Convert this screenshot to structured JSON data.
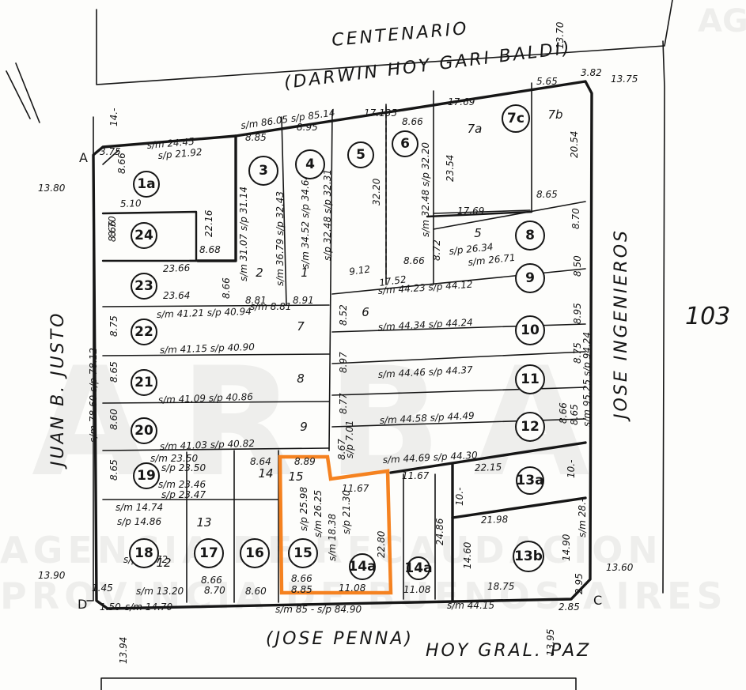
{
  "map": {
    "block_number": "103",
    "streets": {
      "north_a": "CENTENARIO",
      "north_b": "(DARWIN HOY GARI BALDI)",
      "west": "JUAN B. JUSTO",
      "east": "JOSE INGENIEROS",
      "south_a": "(JOSE PENNA)",
      "south_b": "HOY GRAL. PAZ"
    },
    "corners": [
      "A",
      "C",
      "D"
    ],
    "edges": {
      "north": "s/m 86.05 s/p 85.14",
      "south": "s/m 85 - s/p 84.90",
      "west": "s/m 78.60  s/p 78.12",
      "east": "s/m 95.25 s/p 94.24",
      "south_right": "s/m 44.15"
    },
    "ochave_labels": [
      "14.-",
      "13.80",
      "13.70",
      "13.75",
      "13.90",
      "13.94",
      "13.95",
      "13.60",
      "3.82",
      "3.75",
      "1.45",
      "1.50",
      "2.85",
      "2.95"
    ],
    "lots": [
      {
        "id": "1a",
        "label": "1a"
      },
      {
        "id": "24",
        "label": "24"
      },
      {
        "id": "23",
        "label": "23"
      },
      {
        "id": "22",
        "label": "22"
      },
      {
        "id": "21",
        "label": "21"
      },
      {
        "id": "20",
        "label": "20"
      },
      {
        "id": "19",
        "label": "19"
      },
      {
        "id": "18",
        "label": "18"
      },
      {
        "id": "17",
        "label": "17"
      },
      {
        "id": "16",
        "label": "16"
      },
      {
        "id": "15",
        "label": "15"
      },
      {
        "id": "14a",
        "label": "14a"
      },
      {
        "id": "14a-2",
        "label": "14a"
      },
      {
        "id": "13b",
        "label": "13b"
      },
      {
        "id": "13a",
        "label": "13a"
      },
      {
        "id": "12",
        "label": "12"
      },
      {
        "id": "11",
        "label": "11"
      },
      {
        "id": "10",
        "label": "10"
      },
      {
        "id": "9",
        "label": "9"
      },
      {
        "id": "8",
        "label": "8"
      },
      {
        "id": "7c",
        "label": "7c"
      },
      {
        "id": "6",
        "label": "6"
      },
      {
        "id": "5",
        "label": "5"
      },
      {
        "id": "4",
        "label": "4"
      },
      {
        "id": "3",
        "label": "3"
      }
    ],
    "plain_labels": [
      "7a",
      "7b",
      "1",
      "2",
      "7",
      "8",
      "9",
      "6",
      "15",
      "5",
      "14",
      "12",
      "13"
    ],
    "measurements": {
      "top_row": [
        "s/m 24.45",
        "s/p 21.92",
        "8.85",
        "8.95",
        "17.135",
        "8.66",
        "17.69",
        "5.65",
        "23.54",
        "20.54",
        "8.65",
        "17.69"
      ],
      "rows_right": [
        "s/m 44.23 s/p 44.12",
        "s/m 44.34 s/p 44.24",
        "s/m 44.46 s/p 44.37",
        "s/m 44.58 s/p 44.49",
        "s/m 44.69 s/p 44.30",
        "s/p 26.34",
        "s/m 26.71"
      ],
      "rows_left": [
        "s/m 41.21 s/p 40.94",
        "s/m 41.15 s/p 40.90",
        "s/m 41.09 s/p 40.86",
        "s/m 41.03 s/p 40.82",
        "s/m 23.50",
        "s/p 23.50",
        "s/m 23.46",
        "s/p 23.47",
        "s/m 14.74",
        "s/p 14.86",
        "s/p 14.72",
        "s/m 13.20"
      ],
      "bottom_row": [
        "8.66",
        "8.70",
        "8.60",
        "8.66",
        "8.85",
        "11.08",
        "11.08",
        "18.75",
        "s/m 14.70"
      ],
      "lot13": [
        "22.15",
        "21.98",
        "14.60",
        "14.90",
        "10.-",
        "s/m 28.-",
        "10.-",
        "24.86"
      ],
      "lot15": [
        "8.89",
        "11.67",
        "11.67",
        "s/p 25.98",
        "s/m 26.25",
        "s/m 18.38",
        "s/p 21.30",
        "22.80"
      ],
      "col_left": [
        "8.70",
        "8.66",
        "8.75",
        "8.65",
        "8.60",
        "8.65",
        "8.66",
        "5.10",
        "8.68",
        "23.66",
        "23.64"
      ],
      "col_right": [
        "8.70",
        "8.50",
        "8.95",
        "8.75",
        "8.66",
        "8.65"
      ],
      "depth_labels": [
        "s/m 31.07 s/p 31.14",
        "s/m 36.79 s/p 32.43",
        "s/m 34.52 s/p 34.64",
        "s/p 32.48 s/p 32.31",
        "32.20",
        "s/m 32.48 s/p 32.20",
        "22.16",
        "8.64",
        "8.66",
        "8.52",
        "8.97",
        "8.77",
        "8.67",
        "8.91",
        "8.81",
        "9.12",
        "17.52",
        "8.66",
        "8.72",
        "s/m 8.81",
        "s/p 7.01"
      ]
    },
    "watermark": {
      "big": "ARBA",
      "line1": "AGENCIA DE RECAUDACION",
      "line2": "PROVINCIA DE BUENOS AIRES",
      "corner": "AG PR"
    },
    "highlight": {
      "lot": "15",
      "color": "#f58220"
    }
  }
}
